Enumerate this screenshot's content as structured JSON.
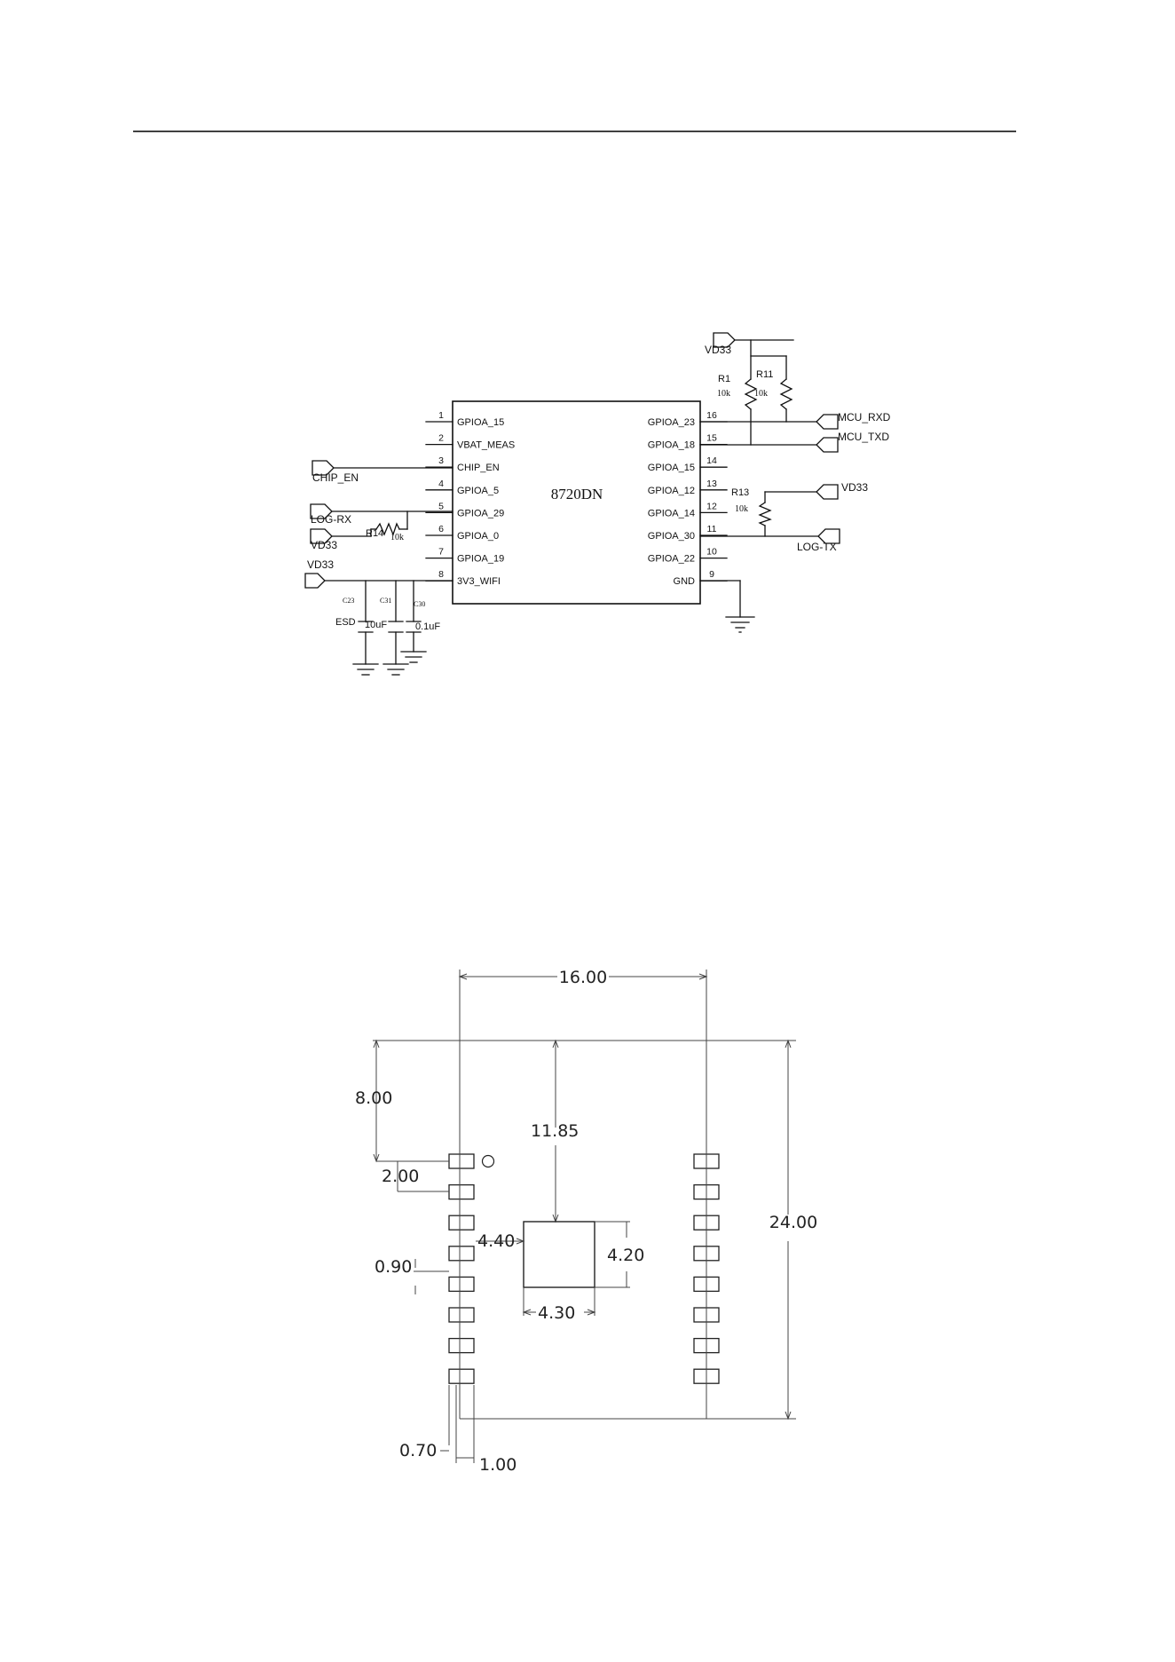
{
  "schematic": {
    "chip_name": "8720DN",
    "left_pins": [
      {
        "num": "1",
        "name": "GPIOA_15"
      },
      {
        "num": "2",
        "name": "VBAT_MEAS"
      },
      {
        "num": "3",
        "name": "CHIP_EN"
      },
      {
        "num": "4",
        "name": "GPIOA_5"
      },
      {
        "num": "5",
        "name": "GPIOA_29"
      },
      {
        "num": "6",
        "name": "GPIOA_0"
      },
      {
        "num": "7",
        "name": "GPIOA_19"
      },
      {
        "num": "8",
        "name": "3V3_WIFI"
      }
    ],
    "right_pins": [
      {
        "num": "16",
        "name": "GPIOA_23"
      },
      {
        "num": "15",
        "name": "GPIOA_18"
      },
      {
        "num": "14",
        "name": "GPIOA_15"
      },
      {
        "num": "13",
        "name": "GPIOA_12"
      },
      {
        "num": "12",
        "name": "GPIOA_14"
      },
      {
        "num": "11",
        "name": "GPIOA_30"
      },
      {
        "num": "10",
        "name": "GPIOA_22"
      },
      {
        "num": "9",
        "name": "GND"
      }
    ],
    "ports": {
      "vd33_top": "VD33",
      "mcu_rxd": "MCU_RXD",
      "mcu_txd": "MCU_TXD",
      "vd33_r13": "VD33",
      "log_tx": "LOG-TX",
      "chip_en": "CHIP_EN",
      "log_rx": "LOG-RX",
      "vd33_r14": "VD33",
      "vd33_pwr": "VD33"
    },
    "resistors": {
      "r1": {
        "ref": "R1",
        "value": "10k"
      },
      "r11": {
        "ref": "R11",
        "value": "10k"
      },
      "r13": {
        "ref": "R13",
        "value": "10k"
      },
      "r14": {
        "ref": "R14",
        "value": "10k"
      }
    },
    "capacitors": {
      "c23": {
        "ref": "C23",
        "value": "ESD"
      },
      "c31": {
        "ref": "C31",
        "value": "10uF"
      },
      "c30": {
        "ref": "C30",
        "value": "0.1uF"
      }
    }
  },
  "footprint": {
    "dim_width": "16.00",
    "dim_height": "24.00",
    "dim_first_pad": "8.00",
    "dim_pitch": "2.00",
    "dim_pad_height": "0.90",
    "dim_to_center_pad": "11.85",
    "dim_center_offset": "4.40",
    "dim_center_h": "4.20",
    "dim_center_w": "4.30",
    "dim_pad_inset": "0.70",
    "dim_pad_len": "1.00",
    "pin1_marker": "O"
  }
}
